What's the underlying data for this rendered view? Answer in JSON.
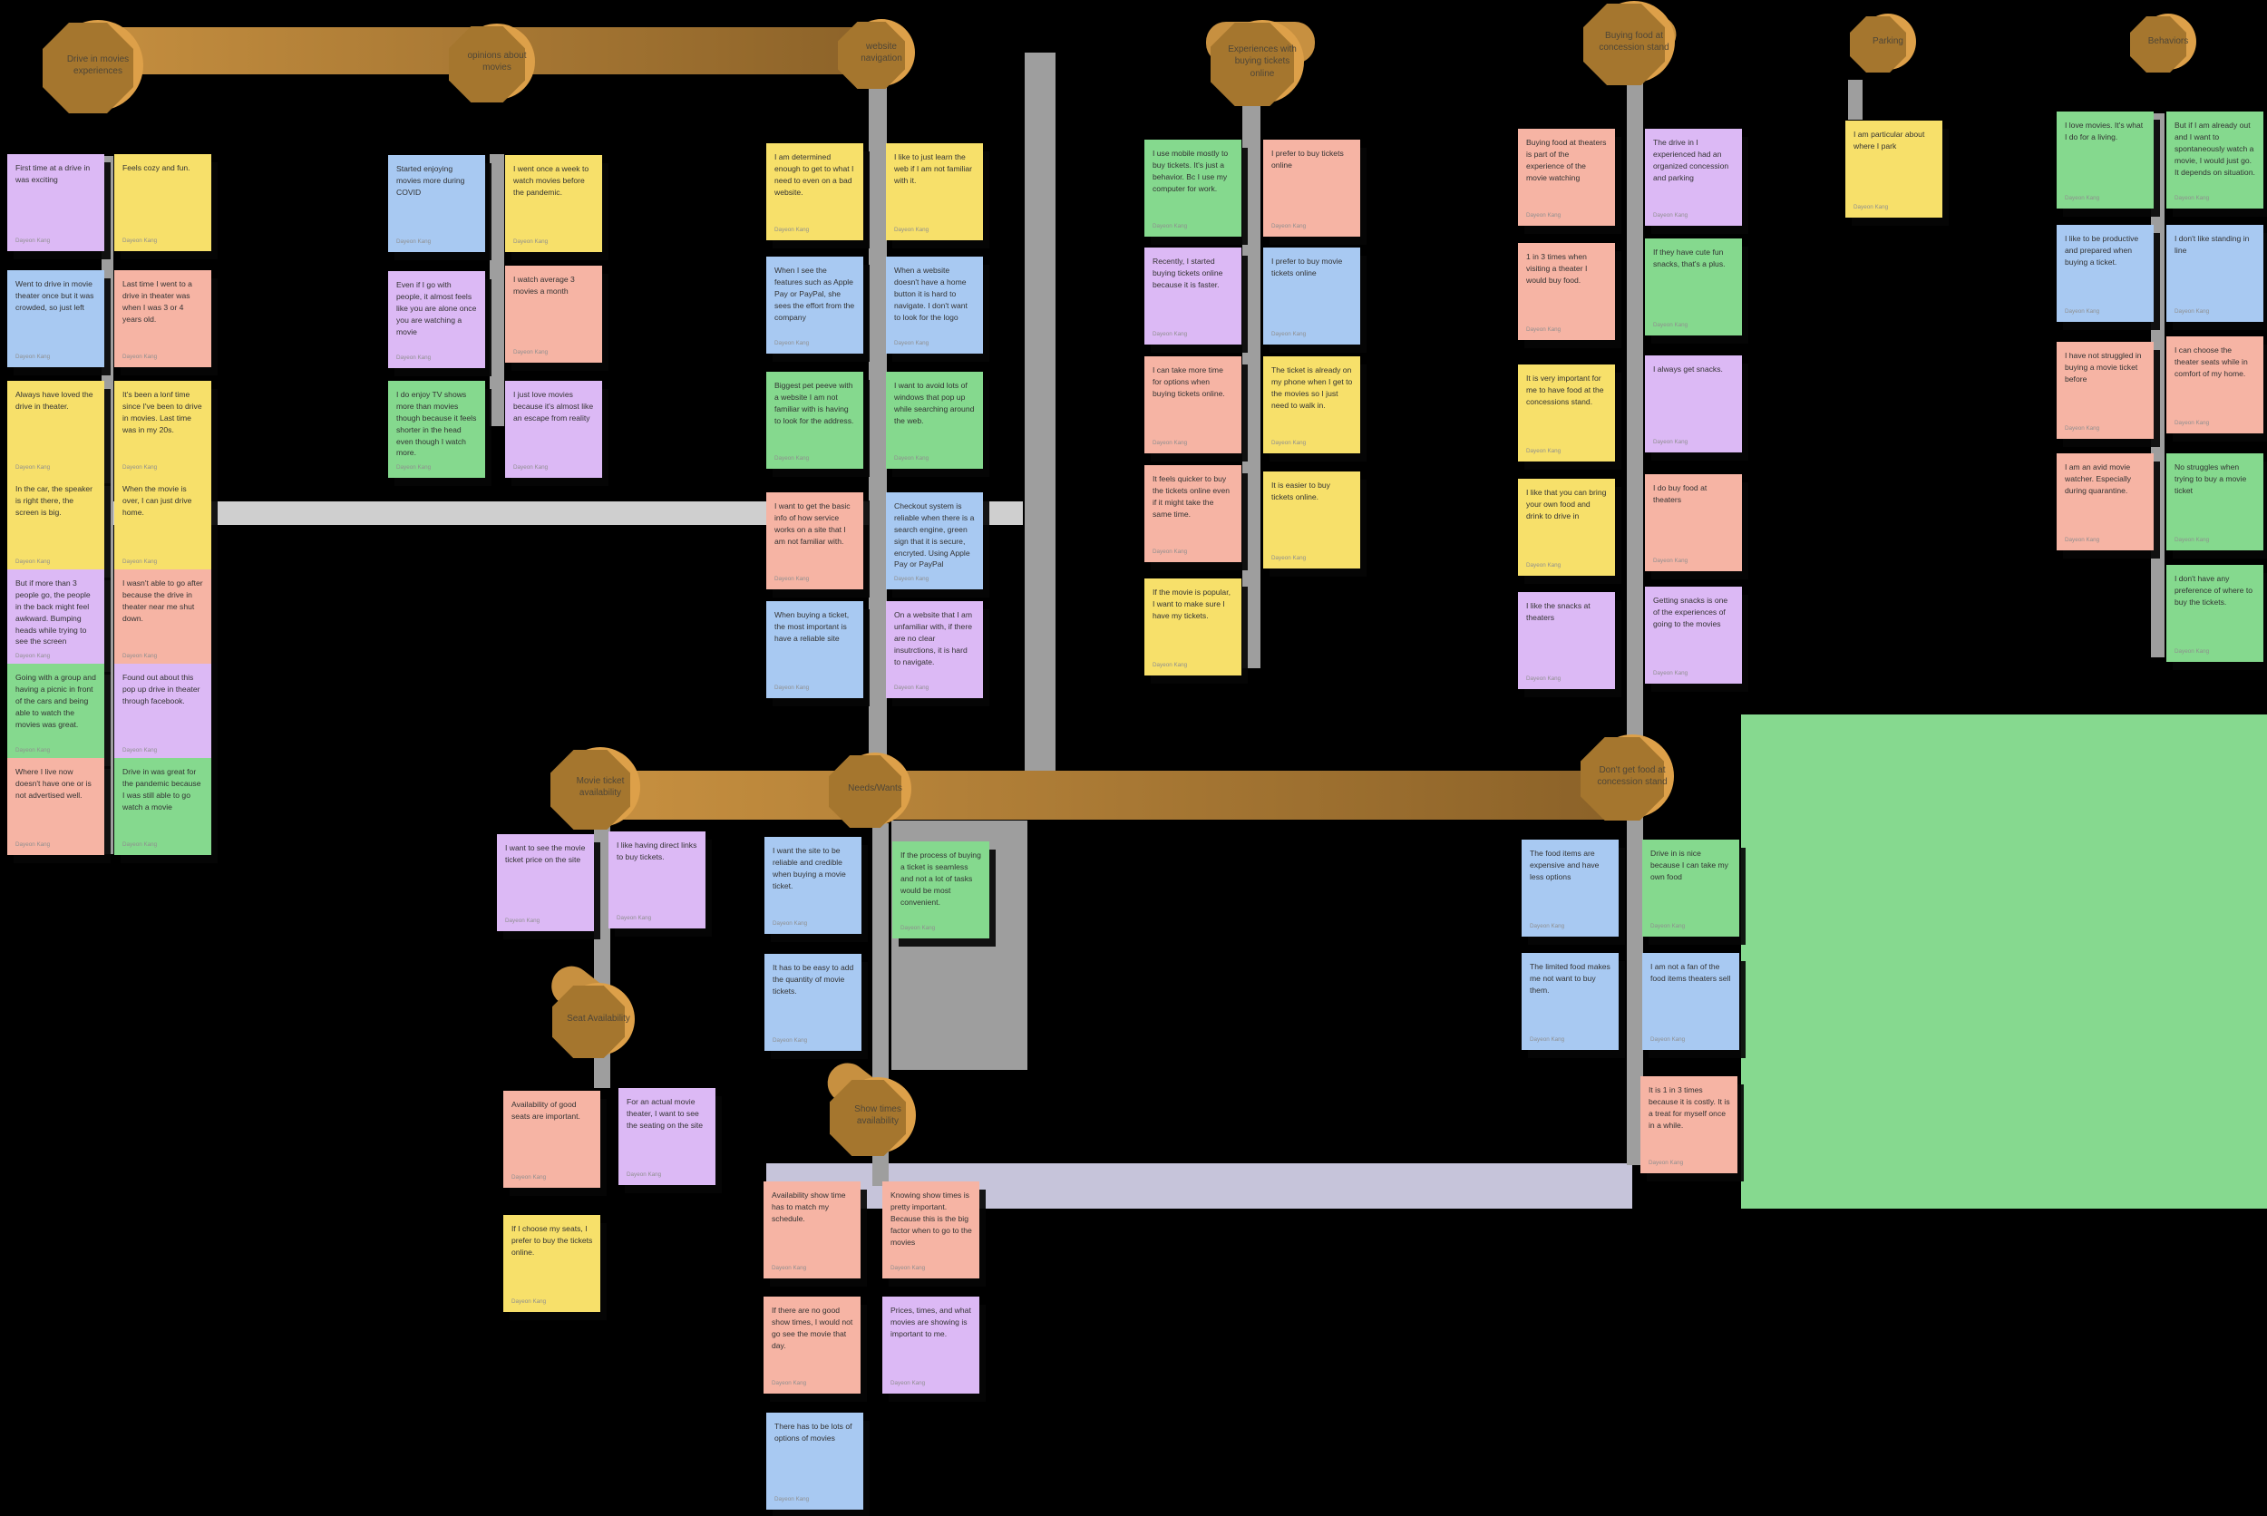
{
  "palette": {
    "purple": "#dcb9f5",
    "yellow": "#f7e06a",
    "blue": "#a8c9f2",
    "pink": "#f6b4a4",
    "green": "#85d98e",
    "bubble": "#dda049",
    "bubble_shadow": "#a5762e",
    "ribbon_start": "#c79040",
    "ribbon_end": "#8a6128",
    "connector_gray": "#9e9e9e",
    "section_green": "#86d98f",
    "section_lavender": "#c6c4da",
    "section_lightgray": "#cfcfcf"
  },
  "author": "Dayeon Kang",
  "clusters": {
    "drive_in": {
      "bubble": "Drive in movies experiences",
      "notes": [
        {
          "color": "purple",
          "text": "First time at a drive in was exciting"
        },
        {
          "color": "yellow",
          "text": "Feels cozy and fun."
        },
        {
          "color": "blue",
          "text": "Went to drive in movie theater once but it was crowded, so just left"
        },
        {
          "color": "pink",
          "text": "Last time I went to a drive in theater was when I was 3 or 4 years old."
        },
        {
          "color": "yellow",
          "text": "Always have loved the drive in theater."
        },
        {
          "color": "yellow",
          "text": "It's been a lonf time since I've been to drive in movies. Last time was in my 20s."
        },
        {
          "color": "yellow",
          "text": "In the car, the speaker is right there, the screen is big."
        },
        {
          "color": "yellow",
          "text": "When the movie is over, I can just drive home."
        },
        {
          "color": "purple",
          "text": "But if more than 3 people go, the people in the back might feel awkward. Bumping heads while trying to see the screen"
        },
        {
          "color": "pink",
          "text": "I wasn't able to go after because the drive in theater near me shut down."
        },
        {
          "color": "green",
          "text": "Going with a group and having a picnic in front of the cars and being able to watch the movies was great."
        },
        {
          "color": "purple",
          "text": "Found out about this pop up drive in theater through facebook."
        },
        {
          "color": "pink",
          "text": "Where I live now doesn't have one or is not advertised well."
        },
        {
          "color": "green",
          "text": "Drive in was great for the pandemic because I was still able to go watch a movie"
        }
      ]
    },
    "opinions": {
      "bubble": "opinions about movies",
      "notes": [
        {
          "color": "blue",
          "text": "Started enjoying movies more during COVID"
        },
        {
          "color": "yellow",
          "text": "I went once a week to watch movies before the pandemic."
        },
        {
          "color": "purple",
          "text": "Even if I go with people, it almost feels like you are alone once you are watching a movie"
        },
        {
          "color": "pink",
          "text": "I watch average 3 movies a month"
        },
        {
          "color": "green",
          "text": "I do enjoy TV shows more than movies though because it feels shorter in the head even though I watch more."
        },
        {
          "color": "purple",
          "text": "I just love movies because it's almost like an escape from reality"
        }
      ]
    },
    "website_nav": {
      "bubble": "website navigation",
      "notes": [
        {
          "color": "yellow",
          "text": "I am determined enough to get to what I need to even on a bad website."
        },
        {
          "color": "yellow",
          "text": "I like to just learn the web if I am not familiar with it."
        },
        {
          "color": "blue",
          "text": "When I see the features such as Apple Pay or PayPal, she sees the effort from the company"
        },
        {
          "color": "blue",
          "text": "When a website doesn't have a home button it is hard to navigate. I don't want to look for the logo"
        },
        {
          "color": "green",
          "text": "Biggest pet peeve with a website I am not familiar with is having to look for the address."
        },
        {
          "color": "green",
          "text": "I want to avoid lots of windows that pop up while searching around the web."
        },
        {
          "color": "pink",
          "text": "I want to get the basic info of how service works on a site that I am not familiar with."
        },
        {
          "color": "blue",
          "text": "Checkout system is reliable when there is a search engine, green sign that it is secure, encryted. Using Apple Pay or PayPal"
        },
        {
          "color": "blue",
          "text": "When buying a ticket, the most important is have a reliable site"
        },
        {
          "color": "purple",
          "text": "On a website that I am unfamiliar with, if there are no clear insutrctions, it is hard to navigate."
        }
      ]
    },
    "tickets_online": {
      "bubble": "Experiences with buying tickets online",
      "notes": [
        {
          "color": "green",
          "text": "I use mobile mostly to buy tickets. It's just a behavior. Bc I use my computer for work."
        },
        {
          "color": "pink",
          "text": "I prefer to buy tickets online"
        },
        {
          "color": "purple",
          "text": "Recently, I started buying tickets online because it is faster."
        },
        {
          "color": "blue",
          "text": "I prefer to buy movie tickets online"
        },
        {
          "color": "pink",
          "text": "I can take more time for options when buying tickets online."
        },
        {
          "color": "yellow",
          "text": "The ticket is already on my phone when I get to the movies so I just need to walk in."
        },
        {
          "color": "pink",
          "text": "It feels quicker to buy the tickets online even if it might take the same time."
        },
        {
          "color": "yellow",
          "text": "It is easier to buy tickets online."
        },
        {
          "color": "yellow",
          "text": "If the movie is popular, I want to make sure I have my tickets."
        }
      ]
    },
    "concession_food": {
      "bubble": "Buying food at concession stand",
      "notes": [
        {
          "color": "pink",
          "text": "Buying food at theaters is part of the experience of the movie watching"
        },
        {
          "color": "purple",
          "text": "The drive in I experienced had an organized concession and parking"
        },
        {
          "color": "pink",
          "text": "1 in 3 times when visiting a theater I would buy food."
        },
        {
          "color": "green",
          "text": "If they have cute fun snacks, that's a plus."
        },
        {
          "color": "yellow",
          "text": "It is very important for me to have food at the concessions stand."
        },
        {
          "color": "purple",
          "text": "I always get snacks."
        },
        {
          "color": "yellow",
          "text": "I like that you can bring your own food and drink to drive in"
        },
        {
          "color": "pink",
          "text": "I do buy food at theaters"
        },
        {
          "color": "purple",
          "text": "I like the snacks at theaters"
        },
        {
          "color": "purple",
          "text": "Getting snacks is one of the experiences of going to the movies"
        }
      ]
    },
    "parking": {
      "bubble": "Parking",
      "notes": [
        {
          "color": "yellow",
          "text": "I am particular about where I park"
        }
      ]
    },
    "behaviors": {
      "bubble": "Behaviors",
      "notes": [
        {
          "color": "green",
          "text": "I love movies. It's what I do for a living."
        },
        {
          "color": "green",
          "text": "But if I am already out and I want to spontaneously watch a movie, I would just go. It depends on situation."
        },
        {
          "color": "blue",
          "text": "I like to be productive and prepared when buying a ticket."
        },
        {
          "color": "blue",
          "text": "I don't like standing in line"
        },
        {
          "color": "pink",
          "text": "I have not struggled in buying a movie ticket before"
        },
        {
          "color": "pink",
          "text": "I can choose the theater seats while in comfort of my home."
        },
        {
          "color": "pink",
          "text": "I am an avid movie watcher. Especially during quarantine."
        },
        {
          "color": "green",
          "text": "No struggles when trying to buy a movie ticket"
        },
        {
          "color": "green",
          "text": "I don't have any preference of where to buy the tickets."
        }
      ]
    },
    "ticket_availability": {
      "bubble": "Movie ticket availability",
      "notes": [
        {
          "color": "purple",
          "text": "I want to see the movie ticket price on the site"
        },
        {
          "color": "purple",
          "text": "I like having direct links to buy tickets."
        }
      ]
    },
    "needs_wants": {
      "bubble": "Needs/Wants",
      "notes": [
        {
          "color": "blue",
          "text": "I want the site to be reliable and credible when buying a movie ticket."
        },
        {
          "color": "green",
          "text": "If the process of buying a ticket is seamless and not a lot of tasks would be most convenient."
        },
        {
          "color": "blue",
          "text": "It has to be easy to add the quantity of movie tickets."
        }
      ]
    },
    "seat_availability": {
      "bubble": "Seat Availability",
      "notes": [
        {
          "color": "pink",
          "text": "Availability of good seats are important."
        },
        {
          "color": "purple",
          "text": "For an actual movie theater, I want to see the seating on the site"
        },
        {
          "color": "yellow",
          "text": "If I choose my seats, I prefer to buy the tickets online."
        }
      ]
    },
    "showtimes": {
      "bubble": "Show times availability",
      "notes": [
        {
          "color": "pink",
          "text": "Availability show time has to match my schedule."
        },
        {
          "color": "pink",
          "text": "Knowing show times is pretty important. Because this is the big factor when to go to the movies"
        },
        {
          "color": "pink",
          "text": "If there are no good show times, I would not go see the movie that day."
        },
        {
          "color": "purple",
          "text": "Prices, times, and what movies are showing is important to me."
        },
        {
          "color": "blue",
          "text": "There has to be lots of options of movies"
        }
      ]
    },
    "no_concession_food": {
      "bubble": "Don't get food at concession stand",
      "notes": [
        {
          "color": "blue",
          "text": "The food items are expensive and have less options"
        },
        {
          "color": "green",
          "text": "Drive in is nice because I can take my own food"
        },
        {
          "color": "blue",
          "text": "The limited food makes me not want to buy them."
        },
        {
          "color": "blue",
          "text": "I am not a fan of the food items theaters sell"
        },
        {
          "color": "pink",
          "text": "It is 1 in 3 times because it is costly. It is a treat for myself once in a while."
        }
      ]
    }
  }
}
